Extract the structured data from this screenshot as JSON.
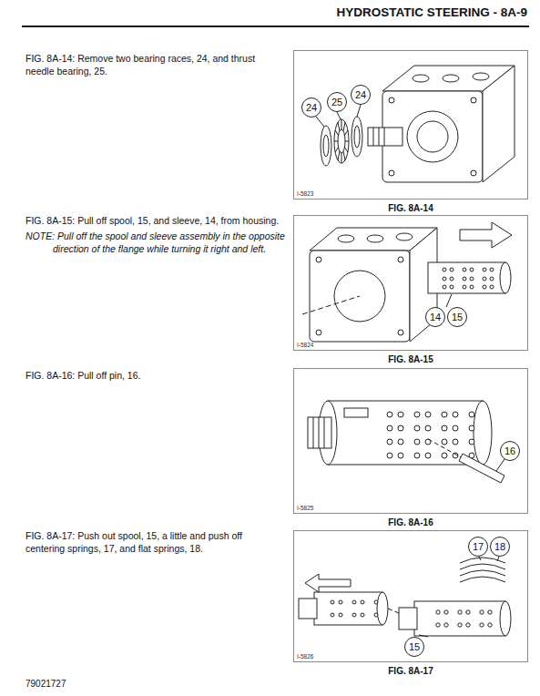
{
  "diagram": {
    "title": "HYDROSTATIC STEERING - 8A-9",
    "nodes": [
      {
        "text": [
          "I-5823"
        ]
      },
      {
        "text": [
          "24"
        ],
        "in": 0
      },
      {
        "text": [
          "25"
        ],
        "in": 0
      },
      {
        "text": [
          "24"
        ],
        "in": 0
      },
      {
        "text": [
          "I-5824"
        ]
      },
      {
        "text": [
          "14"
        ],
        "in": 4
      },
      {
        "text": [
          "15"
        ],
        "in": 4
      },
      {
        "text": [
          "I-5825"
        ]
      },
      {
        "text": [
          "16"
        ],
        "in": 7
      },
      {
        "text": [
          "I-5826"
        ]
      },
      {
        "text": [
          "17"
        ],
        "in": 9
      },
      {
        "text": [
          "18"
        ],
        "in": 9
      },
      {
        "text": [
          "15"
        ],
        "in": 9
      }
    ],
    "labels": [
      "FIG. 8A-14: Remove two bearing races, 24, and thrust needle bearing, 25.",
      "FIG. 8A-14",
      "FIG. 8A-15: Pull off spool, 15, and sleeve, 14, from housing.",
      "NOTE: Pull off the spool and sleeve assembly in the opposite direction of the flange while turning it right and left.",
      "FIG. 8A-15",
      "FIG. 8A-16: Pull off pin, 16.",
      "FIG. 8A-16",
      "FIG. 8A-17: Push out spool, 15, a little and push off centering springs, 17, and flat springs, 18.",
      "FIG. 8A-17",
      "79021727"
    ]
  }
}
